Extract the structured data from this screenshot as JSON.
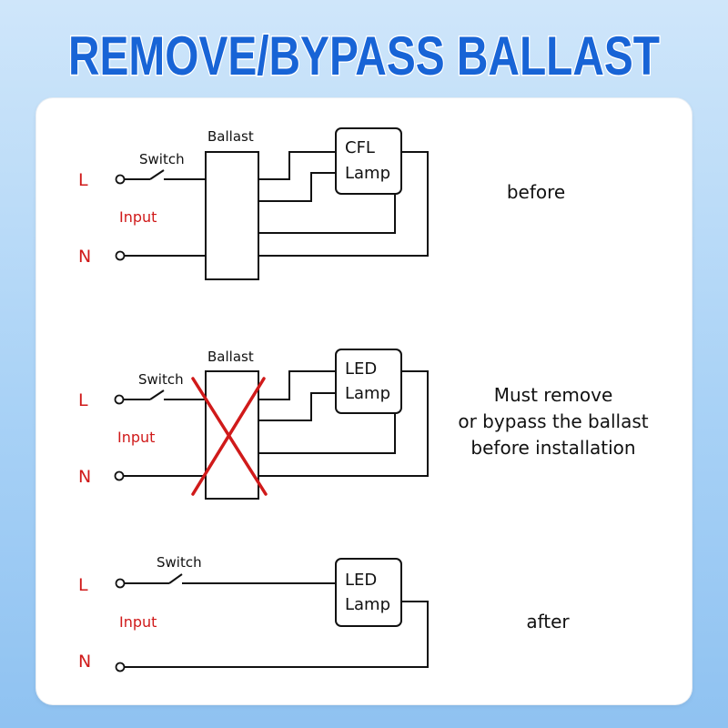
{
  "title": "REMOVE/BYPASS BALLAST",
  "colors": {
    "title": "#1864d6",
    "title_outline": "#ffffff",
    "phase": "#d01a1a",
    "cross": "#d01a1a"
  },
  "before": {
    "line_label": "L",
    "neutral_label": "N",
    "input_label": "Input",
    "switch_label": "Switch",
    "ballast_label": "Ballast",
    "lamp_line1": "CFL",
    "lamp_line2": "Lamp",
    "caption": "before"
  },
  "remove": {
    "line_label": "L",
    "neutral_label": "N",
    "input_label": "Input",
    "switch_label": "Switch",
    "ballast_label": "Ballast",
    "lamp_line1": "LED",
    "lamp_line2": "Lamp",
    "caption_line1": "Must remove",
    "caption_line2": "or bypass the ballast",
    "caption_line3": "before installation"
  },
  "after": {
    "line_label": "L",
    "neutral_label": "N",
    "input_label": "Input",
    "switch_label": "Switch",
    "lamp_line1": "LED",
    "lamp_line2": "Lamp",
    "caption": "after"
  }
}
